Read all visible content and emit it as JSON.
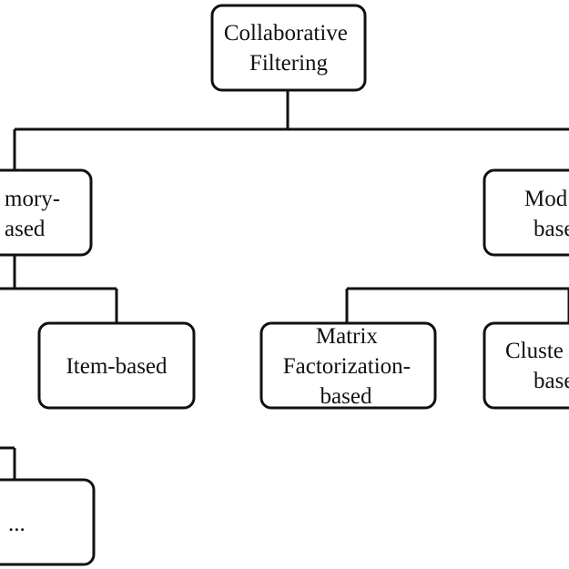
{
  "diagram": {
    "root": {
      "lines": [
        "Collaborative",
        "Filtering"
      ]
    },
    "memory_based": {
      "lines": [
        "mory-",
        "ased"
      ]
    },
    "model_based": {
      "lines": [
        "Mod",
        "base"
      ]
    },
    "item_based": {
      "lines": [
        "Item-based"
      ]
    },
    "matrix_factorization": {
      "lines": [
        "Matrix",
        "Factorization-",
        "based"
      ]
    },
    "clustering_based": {
      "lines": [
        "Cluste",
        "base"
      ]
    },
    "ellipsis_node": {
      "lines": [
        "..."
      ]
    }
  }
}
